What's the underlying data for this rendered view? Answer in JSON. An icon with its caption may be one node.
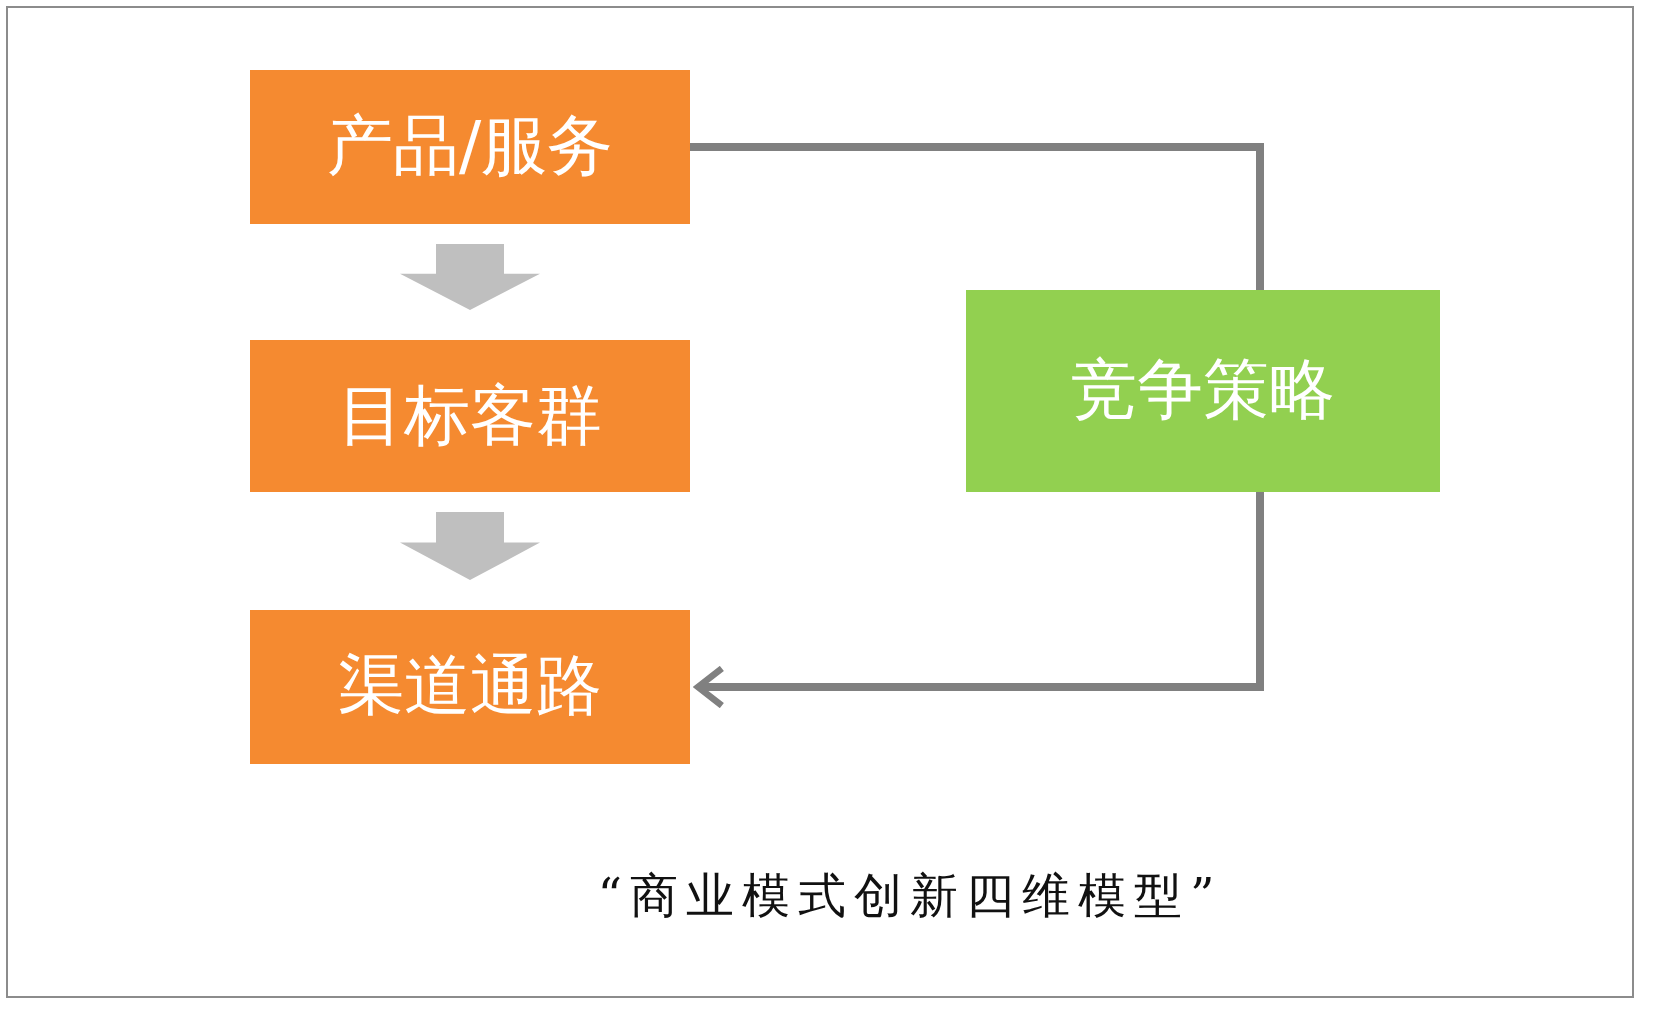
{
  "diagram": {
    "caption": "“商业模式创新四维模型”",
    "nodes": [
      {
        "text": [
          "产品/服务"
        ]
      },
      {
        "text": [
          "目标客群"
        ]
      },
      {
        "text": [
          "渠道通路"
        ]
      },
      {
        "text": [
          "竞争策略"
        ]
      }
    ],
    "edges": [
      {
        "from": 0,
        "to": 1,
        "arrow": "to",
        "style": "thick",
        "color": "#bfbfbf"
      },
      {
        "from": 1,
        "to": 2,
        "arrow": "to",
        "style": "thick",
        "color": "#bfbfbf"
      },
      {
        "from": 0,
        "to": 3,
        "arrow": "none"
      },
      {
        "from": 3,
        "to": 2,
        "arrow": "to"
      }
    ]
  }
}
